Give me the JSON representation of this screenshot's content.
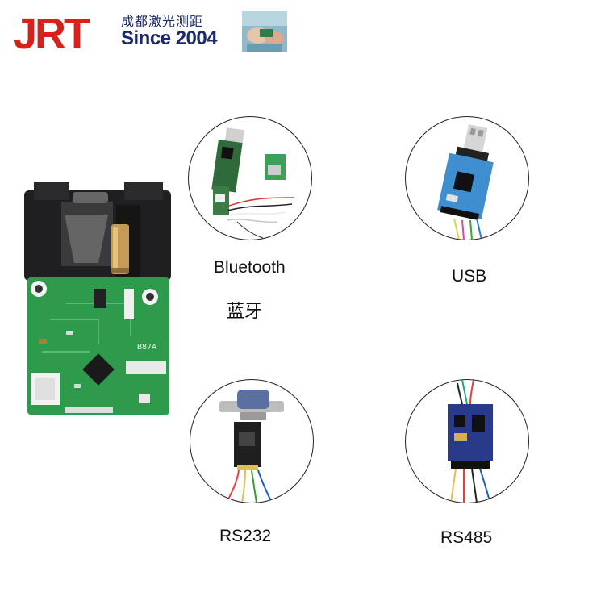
{
  "header": {
    "brand_mark": "JRT",
    "brand_cn": "成都激光测距",
    "brand_since": "Since 2004"
  },
  "modules": [
    {
      "label": "Bluetooth",
      "label_cn": "蓝牙"
    },
    {
      "label": "USB"
    },
    {
      "label": "RS232"
    },
    {
      "label": "RS485"
    }
  ],
  "sensor": {
    "board_marking": "B87A"
  },
  "colors": {
    "brand_red": "#d9211c",
    "brand_navy": "#1b2a6b",
    "pcb_green": "#2e9a4c",
    "usb_board_blue": "#3f8fd0"
  }
}
